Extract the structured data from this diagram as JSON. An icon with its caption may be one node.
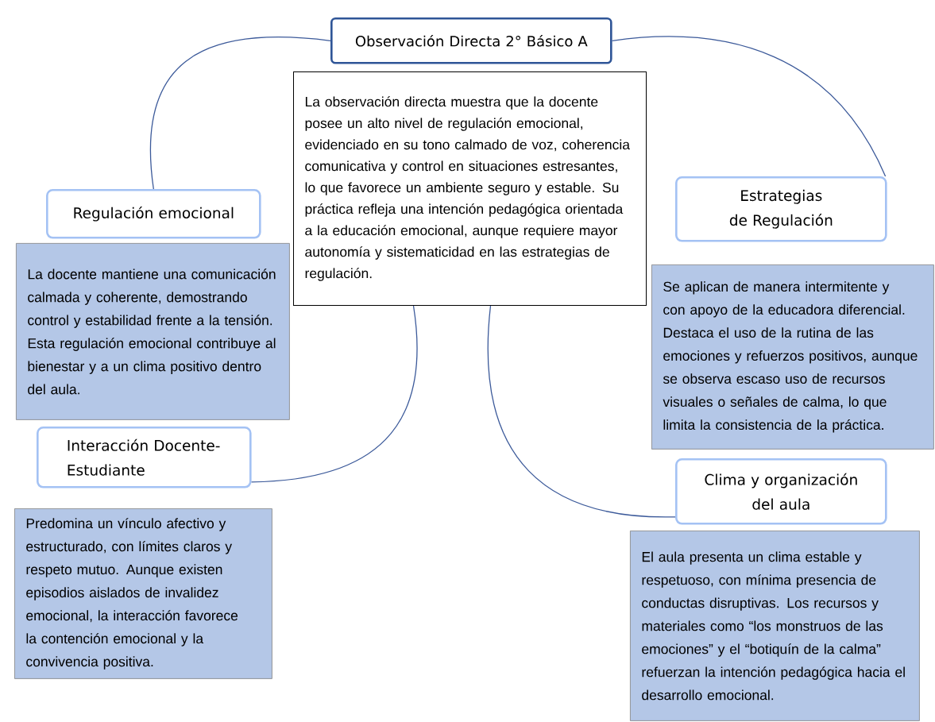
{
  "diagram": {
    "nodes": [
      {
        "text": [
          "Observación Directa 2° Básico A"
        ]
      },
      {
        "text": [
          "La observación directa muestra que la docente posee un alto nivel de regulación emocional, evidenciado en su tono calmado de voz, coherencia comunicativa y control en situaciones estresantes, lo que favorece un ambiente seguro y estable. Su práctica refleja una intención pedagógica orientada a la educación emocional, aunque requiere mayor autonomía y sistematicidad en las estrategias de regulación."
        ]
      },
      {
        "text": [
          "Regulación emocional"
        ]
      },
      {
        "text": [
          "La docente mantiene una comunicación calmada y coherente, demostrando control y estabilidad frente a la tensión. Esta regulación emocional contribuye al bienestar y a un clima positivo dentro del aula."
        ]
      },
      {
        "text": [
          "Estrategias de Regulación"
        ]
      },
      {
        "text": [
          "Se aplican de manera intermitente y con apoyo de la educadora diferencial. Destaca el uso de la rutina de las emociones y refuerzos positivos, aunque se observa escaso uso de recursos visuales o señales de calma, lo que limita la consistencia de la práctica."
        ]
      },
      {
        "text": [
          "Interacción Docente-Estudiante"
        ]
      },
      {
        "text": [
          "Predomina un vínculo afectivo y estructurado, con límites claros y respeto mutuo. Aunque existen episodios aislados de invalidez emocional, la interacción favorece la contención emocional y la convivencia positiva."
        ]
      },
      {
        "text": [
          "Clima y organización del aula"
        ]
      },
      {
        "text": [
          "El aula presenta un clima estable y respetuoso, con mínima presencia de conductas disruptivas. Los recursos y materiales como “los monstruos de las emociones” y el “botiquín de la calma” refuerzan la intención pedagógica hacia el desarrollo emocional."
        ]
      }
    ],
    "edges": [
      {
        "from": 0,
        "to": 2,
        "arrow": "none"
      },
      {
        "from": 0,
        "to": 4,
        "arrow": "none"
      },
      {
        "from": 1,
        "to": 6,
        "arrow": "none"
      },
      {
        "from": 1,
        "to": 8,
        "arrow": "none"
      }
    ]
  }
}
